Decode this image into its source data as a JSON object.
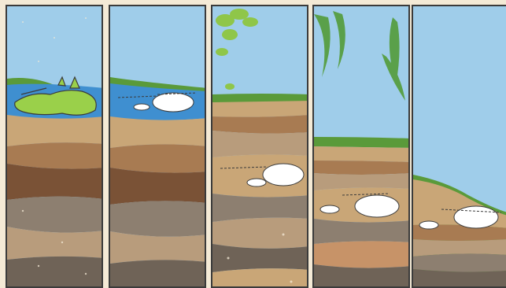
{
  "diagram": {
    "description_hidden": false,
    "panels": [
      {
        "id": "panel-1"
      },
      {
        "id": "panel-2"
      },
      {
        "id": "panel-3"
      },
      {
        "id": "panel-4"
      },
      {
        "id": "panel-5"
      }
    ]
  },
  "colors": {
    "sky": "#9fcdea",
    "water": "#3f8fd0",
    "grass": "#5a9a3a",
    "dino_green": "#9ad04a",
    "soil_light": "#c9a677",
    "soil_mid": "#a87b52",
    "soil_dark": "#7a5236",
    "soil_grey": "#8d7f70",
    "outline": "#3b3b3b"
  }
}
